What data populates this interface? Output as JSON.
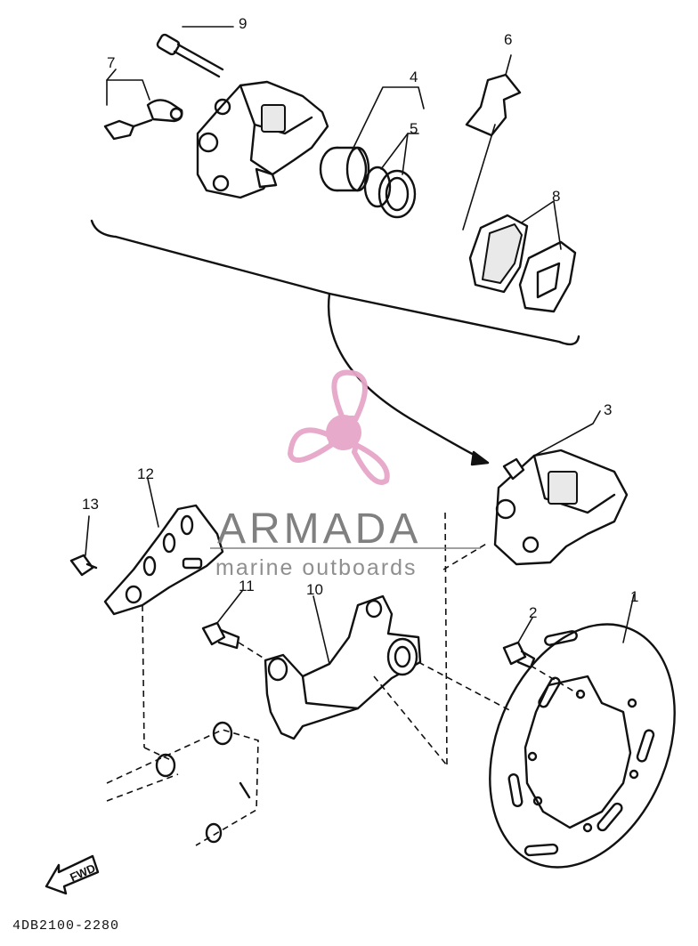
{
  "callouts": [
    {
      "num": "1"
    },
    {
      "num": "2"
    },
    {
      "num": "3"
    },
    {
      "num": "4"
    },
    {
      "num": "5"
    },
    {
      "num": "6"
    },
    {
      "num": "7"
    },
    {
      "num": "8"
    },
    {
      "num": "9"
    },
    {
      "num": "10"
    },
    {
      "num": "11"
    },
    {
      "num": "12"
    },
    {
      "num": "13"
    }
  ],
  "watermark": {
    "brand": "ARMADA",
    "tagline": "marine outboards",
    "logo_color": "#e6a6c8",
    "text_color": "#7a7a7a",
    "icon": "propeller-logo-icon"
  },
  "fwd_label": "FWD",
  "diagram_code": "4DB2100-2280",
  "line_color": "#111111"
}
